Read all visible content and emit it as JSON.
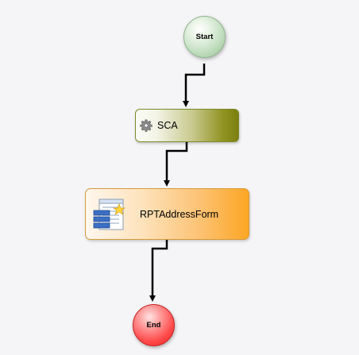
{
  "workflow": {
    "nodes": {
      "start": {
        "label": "Start",
        "icon": "none"
      },
      "sca": {
        "label": "SCA",
        "icon": "gear-icon"
      },
      "form": {
        "label": "RPTAddressForm",
        "icon": "form-icon"
      },
      "end": {
        "label": "End",
        "icon": "none"
      }
    },
    "connectors": [
      {
        "from": "Start",
        "to": "SCA"
      },
      {
        "from": "SCA",
        "to": "RPTAddressForm"
      },
      {
        "from": "RPTAddressForm",
        "to": "End"
      }
    ]
  },
  "colors": {
    "canvas": "#f5f5f7",
    "start": "#c3dfc1",
    "sca": "#7c7e0f",
    "form": "#fca624",
    "end": "#e81f1f",
    "connector": "#000000"
  }
}
